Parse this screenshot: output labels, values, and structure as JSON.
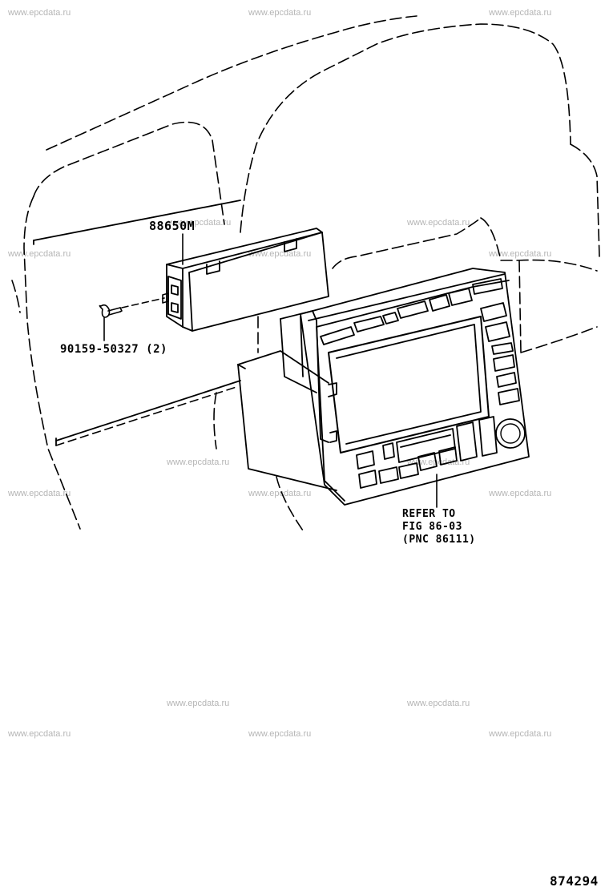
{
  "watermark": "www.epcdata.ru",
  "labels": {
    "part_a": "88650M",
    "part_b": "90159-50327 (2)",
    "refer_line1": "REFER TO",
    "refer_line2": "FIG 86-03",
    "refer_line3": "(PNC 86111)",
    "figure_number": "874294"
  },
  "colors": {
    "line": "#000000",
    "watermark": "#b5b5b5",
    "background": "#ffffff"
  }
}
